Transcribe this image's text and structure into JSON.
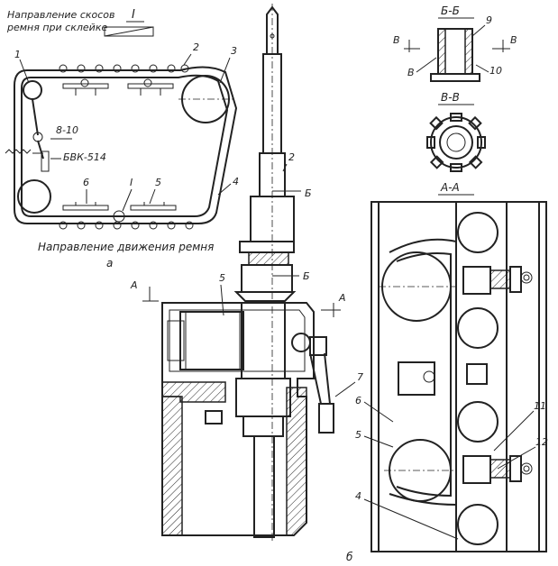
{
  "view_a": {
    "title_line1": "Направление скосов",
    "title_line2": "ремня при склейке",
    "section_mark": "I",
    "caption": "Направление движения ремня",
    "letter": "а",
    "labels": {
      "n1": "1",
      "n2": "2",
      "n3": "3",
      "n4": "4",
      "n5": "5",
      "n6": "6",
      "mark_i": "I",
      "range": "8-10",
      "device": "БВК-514"
    }
  },
  "view_b": {
    "letter": "б",
    "labels": {
      "n2": "2",
      "n5": "5",
      "n7": "7",
      "cut_b": "Б",
      "cut_b2": "Б",
      "cut_a_left": "А",
      "cut_a_right": "А"
    }
  },
  "sections": {
    "bb_title": "Б-Б",
    "bb_label9": "9",
    "bb_label10": "10",
    "bb_cut_left": "В",
    "bb_cut_right": "В",
    "bb_cut_left2": "В",
    "vv_title": "В-В",
    "aa_title": "А-А"
  },
  "view_aa": {
    "labels": {
      "n4": "4",
      "n5": "5",
      "n6": "6",
      "n11": "11",
      "n12": "12"
    }
  }
}
